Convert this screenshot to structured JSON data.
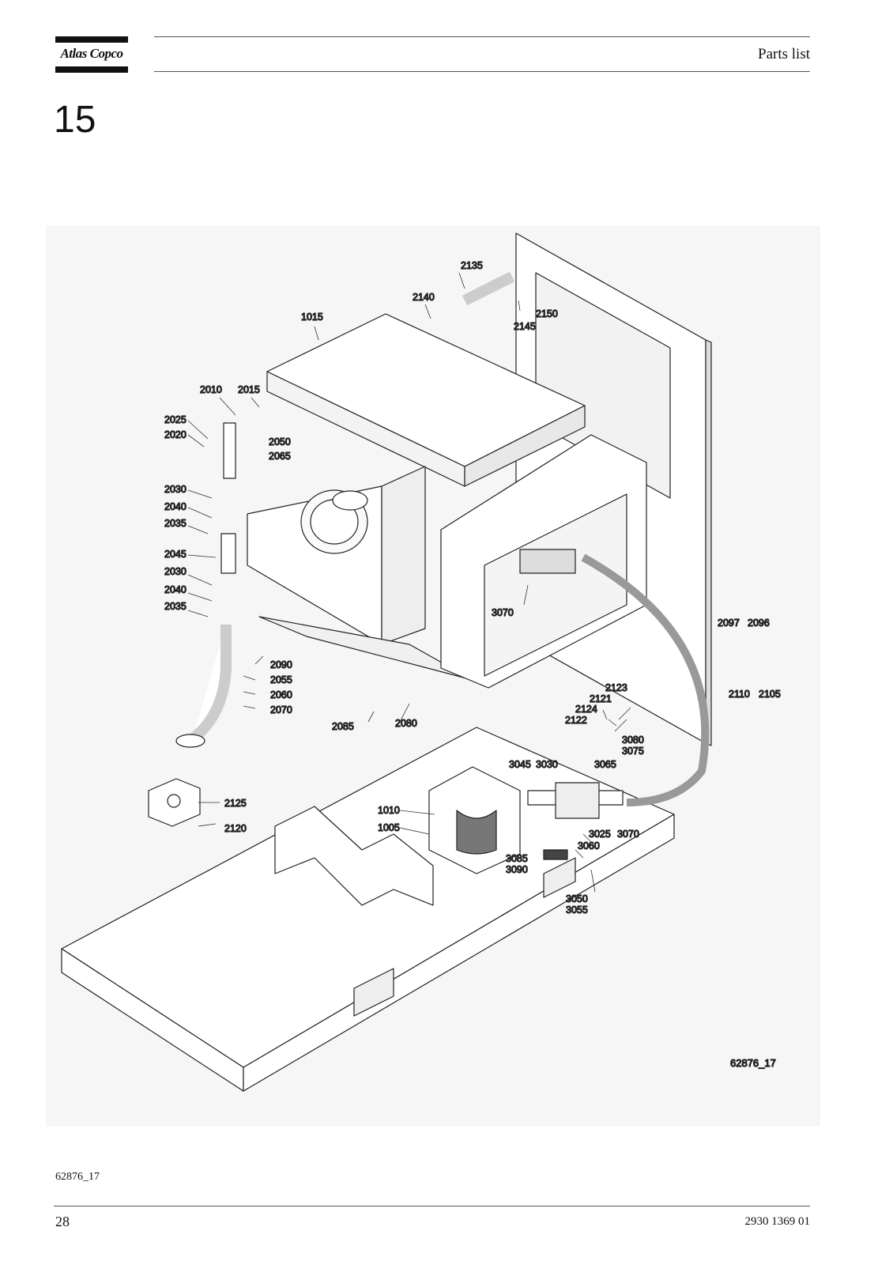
{
  "header": {
    "brand": "Atlas Copco",
    "title": "Parts list"
  },
  "section_number": "15",
  "figure": {
    "id_label": "62876_17",
    "callouts": {
      "c2135": "2135",
      "c2140": "2140",
      "c2150": "2150",
      "c2145": "2145",
      "c1015": "1015",
      "c2010": "2010",
      "c2015": "2015",
      "c2025": "2025",
      "c2020": "2020",
      "c2050": "2050",
      "c2065": "2065",
      "c2030a": "2030",
      "c2040a": "2040",
      "c2035a": "2035",
      "c2045": "2045",
      "c2030b": "2030",
      "c2040b": "2040",
      "c2035b": "2035",
      "c3070a": "3070",
      "c2097": "2097",
      "c2096": "2096",
      "c2110": "2110",
      "c2105": "2105",
      "c2090": "2090",
      "c2055": "2055",
      "c2060": "2060",
      "c2070": "2070",
      "c2085": "2085",
      "c2080": "2080",
      "c2123": "2123",
      "c2121": "2121",
      "c2124": "2124",
      "c2122": "2122",
      "c3080": "3080",
      "c3075": "3075",
      "c3045": "3045",
      "c3030": "3030",
      "c3065": "3065",
      "c2125": "2125",
      "c2120": "2120",
      "c1010": "1010",
      "c1005": "1005",
      "c3025": "3025",
      "c3070b": "3070",
      "c3060": "3060",
      "c3085": "3085",
      "c3090": "3090",
      "c3050": "3050",
      "c3055": "3055"
    }
  },
  "footer": {
    "caption": "62876_17",
    "page_number": "28",
    "doc_number": "2930 1369 01"
  }
}
